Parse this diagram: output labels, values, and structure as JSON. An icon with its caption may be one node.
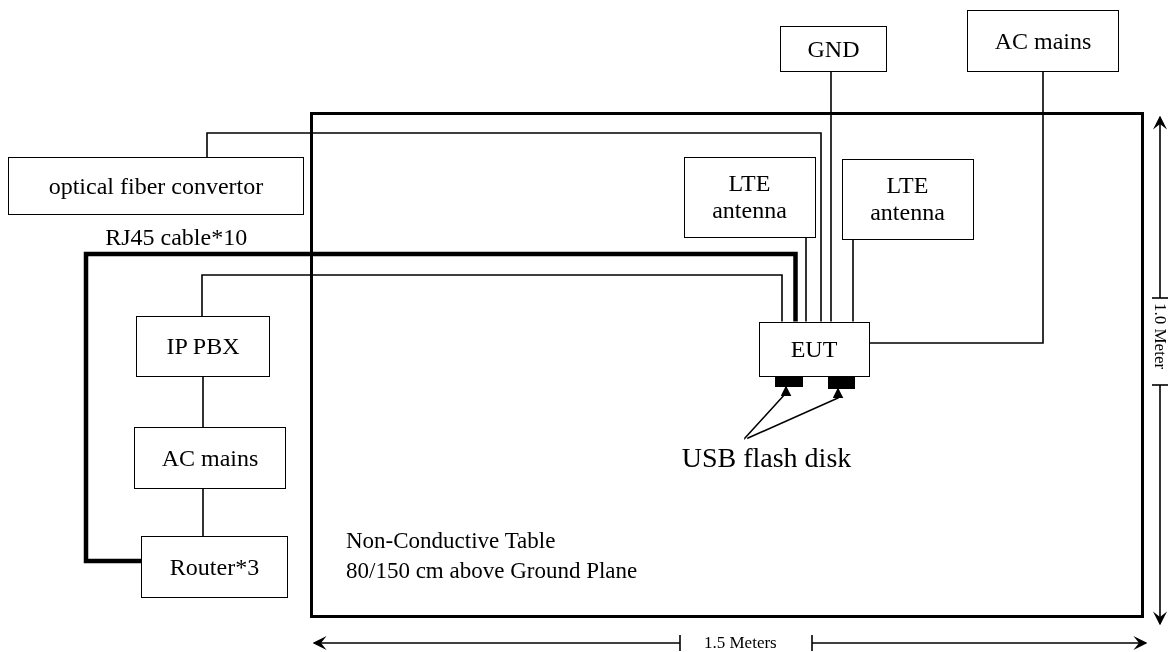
{
  "diagram": {
    "nodes": [
      {
        "text": [
          "GND"
        ]
      },
      {
        "text": [
          "AC mains"
        ]
      },
      {
        "text": [
          "optical fiber convertor"
        ]
      },
      {
        "text": [
          "Non-Conductive Table",
          "80/150 cm above Ground Plane"
        ]
      },
      {
        "text": [
          "LTE antenna"
        ],
        "in": 3
      },
      {
        "text": [
          "LTE antenna"
        ],
        "in": 3
      },
      {
        "text": [
          "IP PBX"
        ]
      },
      {
        "text": [
          "EUT"
        ],
        "in": 3
      },
      {
        "text": [],
        "shape": "box",
        "in": 3
      },
      {
        "text": [],
        "shape": "box",
        "in": 3
      },
      {
        "text": [
          "USB flash disk"
        ],
        "in": 3
      },
      {
        "text": [
          "AC mains"
        ]
      },
      {
        "text": [
          "Router*3"
        ]
      }
    ],
    "edges": [
      {
        "from": 0,
        "to": 7,
        "arrow": "none"
      },
      {
        "from": 1,
        "to": 7,
        "arrow": "none"
      },
      {
        "from": 2,
        "to": 7,
        "arrow": "none"
      },
      {
        "from": 4,
        "to": 7,
        "arrow": "none"
      },
      {
        "from": 5,
        "to": 7,
        "arrow": "none"
      },
      {
        "from": 6,
        "to": 7,
        "arrow": "none"
      },
      {
        "from": 12,
        "to": 7,
        "arrow": "none",
        "label": "RJ45 cable*10",
        "style": "thick"
      },
      {
        "from": 6,
        "to": 11,
        "arrow": "none"
      },
      {
        "from": 11,
        "to": 12,
        "arrow": "none"
      },
      {
        "from": 10,
        "to": 8,
        "arrow": "to"
      },
      {
        "from": 10,
        "to": 9,
        "arrow": "to"
      }
    ],
    "labels": [
      "1.0 Meter",
      "1.5 Meters"
    ]
  }
}
